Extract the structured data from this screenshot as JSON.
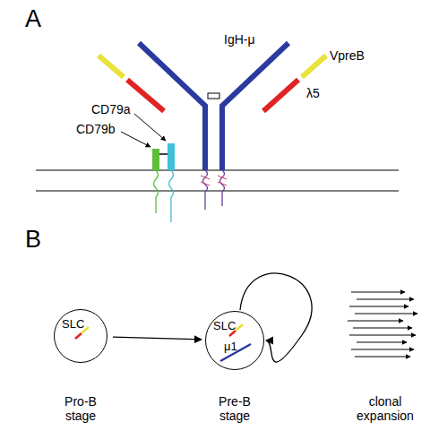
{
  "diagram": {
    "nodes": [
      {
        "text": [
          "SLC"
        ]
      },
      {
        "text": [
          "SLC",
          "μ1"
        ]
      }
    ],
    "edges": [
      {
        "from": 0,
        "to": 1,
        "arrow": "to"
      },
      {
        "from": 1,
        "to": 1,
        "arrow": "to"
      }
    ],
    "labels": [
      "A",
      "IgH-μ",
      "VpreB",
      "λ5",
      "CD79a",
      "CD79b",
      "B",
      "Pro-B stage",
      "Pre-B stage",
      "clonal expansion"
    ]
  }
}
